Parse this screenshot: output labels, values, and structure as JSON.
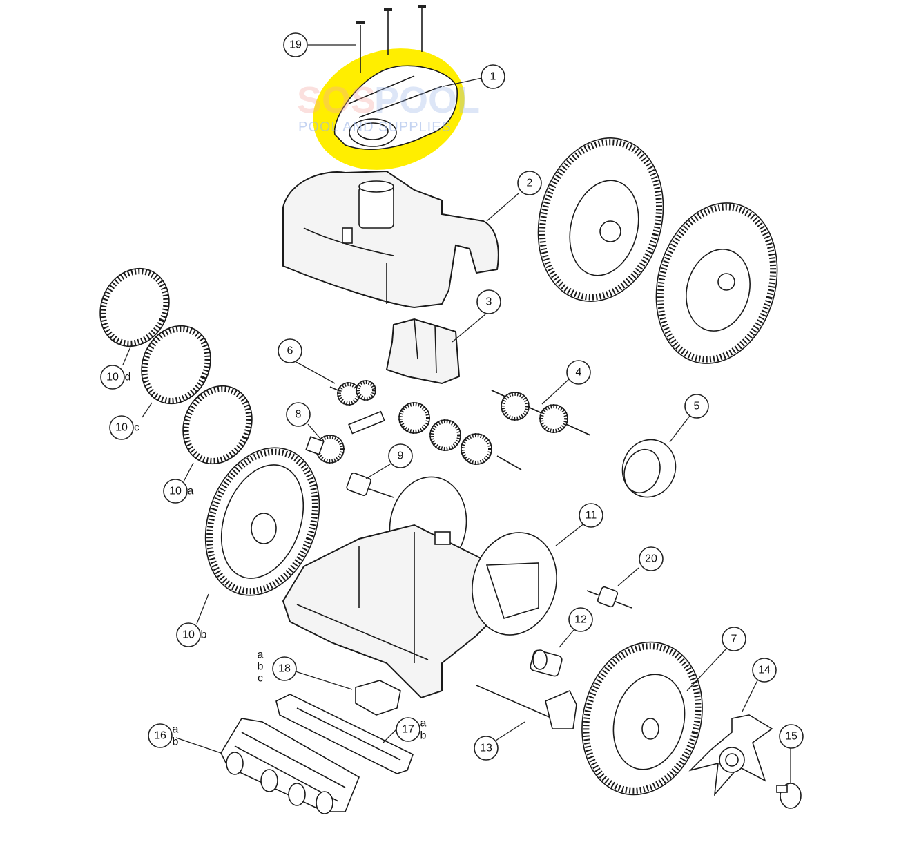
{
  "highlight_color": "#ffee00",
  "watermark": {
    "brand_left": "SOS",
    "brand_right": "POOL",
    "tagline": "POOL AND SUPPLIES",
    "left_color": "#f4a6a0",
    "right_color": "#9db6e8"
  },
  "callouts": [
    {
      "id": "1",
      "label": "1",
      "suffix": ""
    },
    {
      "id": "2",
      "label": "2",
      "suffix": ""
    },
    {
      "id": "3",
      "label": "3",
      "suffix": ""
    },
    {
      "id": "4",
      "label": "4",
      "suffix": ""
    },
    {
      "id": "5",
      "label": "5",
      "suffix": ""
    },
    {
      "id": "6",
      "label": "6",
      "suffix": ""
    },
    {
      "id": "7",
      "label": "7",
      "suffix": ""
    },
    {
      "id": "8",
      "label": "8",
      "suffix": ""
    },
    {
      "id": "9",
      "label": "9",
      "suffix": ""
    },
    {
      "id": "10d",
      "label": "10",
      "suffix": "d"
    },
    {
      "id": "10c",
      "label": "10",
      "suffix": "c"
    },
    {
      "id": "10a",
      "label": "10",
      "suffix": "a"
    },
    {
      "id": "10b",
      "label": "10",
      "suffix": "b"
    },
    {
      "id": "11",
      "label": "11",
      "suffix": ""
    },
    {
      "id": "12",
      "label": "12",
      "suffix": ""
    },
    {
      "id": "13",
      "label": "13",
      "suffix": ""
    },
    {
      "id": "14",
      "label": "14",
      "suffix": ""
    },
    {
      "id": "15",
      "label": "15",
      "suffix": ""
    },
    {
      "id": "16",
      "label": "16",
      "suffix": "a b"
    },
    {
      "id": "17",
      "label": "17",
      "suffix": "a b"
    },
    {
      "id": "18",
      "label": "18",
      "suffix": "a b c"
    },
    {
      "id": "19",
      "label": "19",
      "suffix": ""
    },
    {
      "id": "20",
      "label": "20",
      "suffix": ""
    }
  ]
}
